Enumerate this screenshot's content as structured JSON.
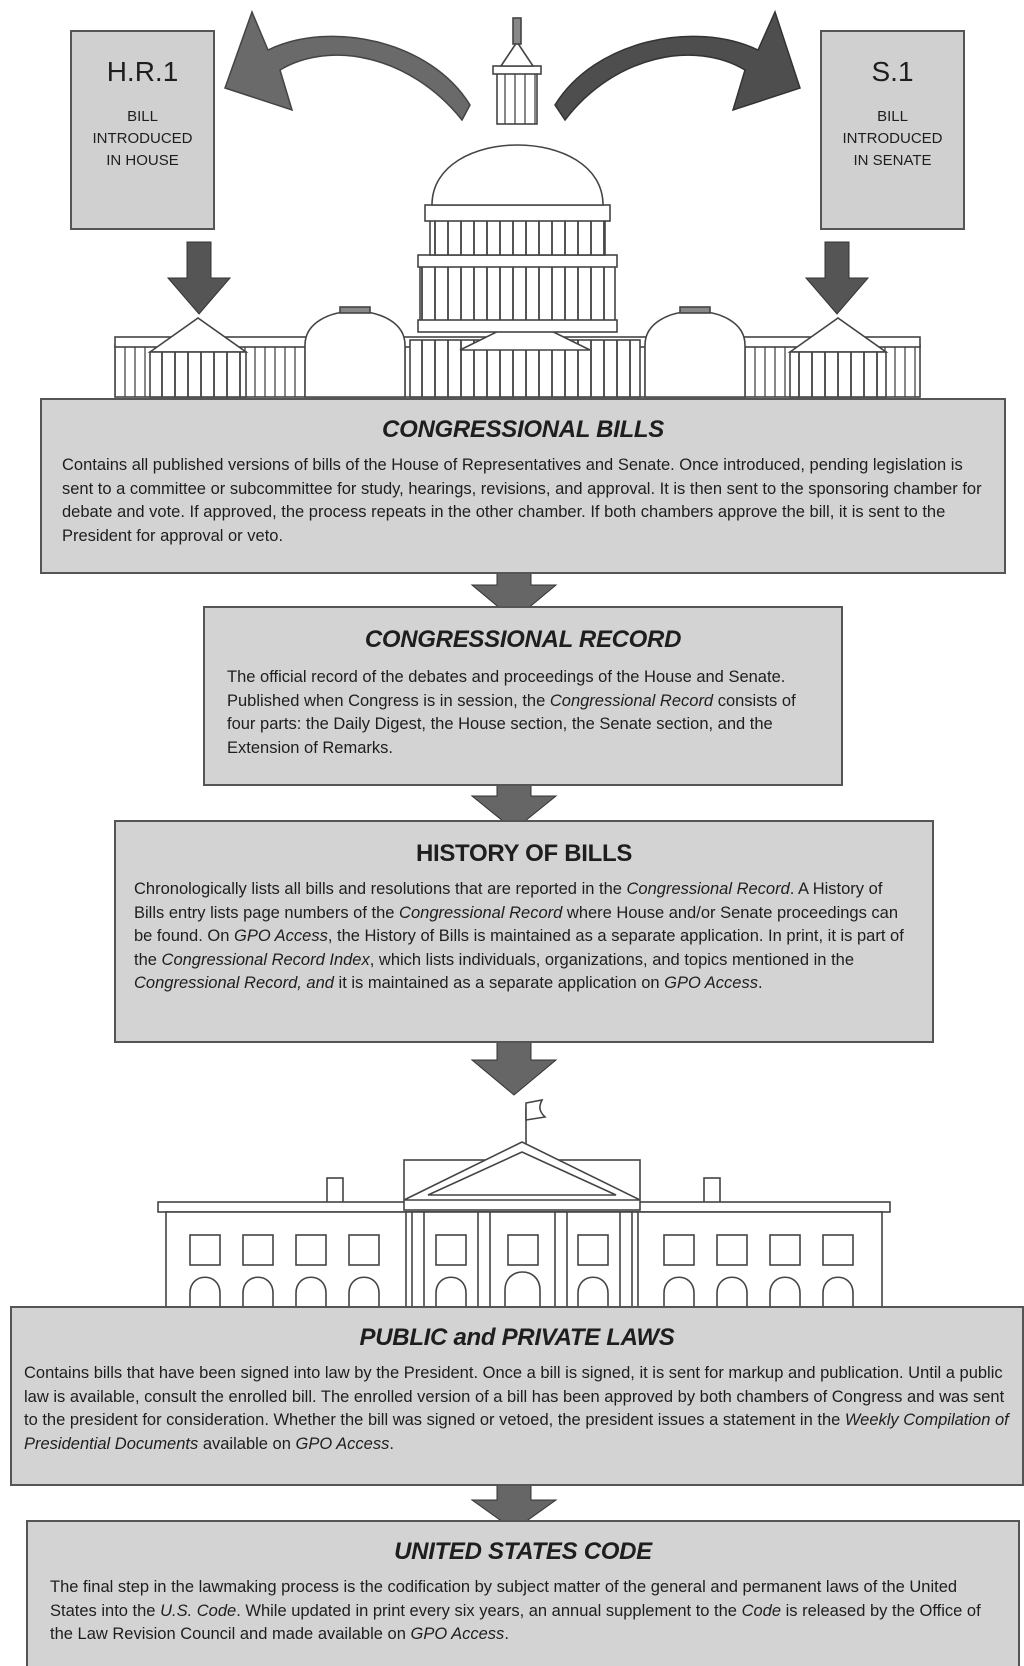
{
  "bills": {
    "house": {
      "number": "H.R.1",
      "desc": [
        "BILL",
        "INTRODUCED",
        "IN HOUSE"
      ]
    },
    "senate": {
      "number": "S.1",
      "desc": [
        "BILL",
        "INTRODUCED",
        "IN SENATE"
      ]
    }
  },
  "sections": {
    "congressional_bills": {
      "title": "CONGRESSIONAL BILLS",
      "body": "Contains all published versions of bills of the House of Representatives and Senate.  Once introduced, pending legislation is sent to a committee or subcommittee for study, hearings, revisions, and approval.  It is then sent to the sponsoring chamber for debate and vote.  If approved, the process repeats in the other chamber.  If both chambers approve the bill, it is sent to the President for approval or veto."
    },
    "congressional_record": {
      "title": "CONGRESSIONAL RECORD",
      "body_1": "The official record of the debates and proceedings of the House and Senate.  Published when Congress is in session, the ",
      "body_it_1": "Congressional Record",
      "body_2": " consists of four parts:  the Daily Digest, the House section, the Senate section, and the Extension of Remarks."
    },
    "history_of_bills": {
      "title": "HISTORY OF BILLS",
      "b1": "Chronologically lists all bills and resolutions that are reported in the ",
      "i1": "Congressional Record",
      "b2": ". A History of Bills entry lists page numbers of the ",
      "i2": "Congressional Record",
      "b3": " where House and/or Senate proceedings can be found.  On ",
      "i3": "GPO Access",
      "b4": ", the History of Bills is maintained as a separate application.  In print, it is part of the ",
      "i4": "Congressional Record Index",
      "b5": ", which lists individuals, organizations, and topics mentioned in the ",
      "i5": "Congressional Record, and",
      "b6": " it is maintained as a separate application on ",
      "i6": "GPO Access",
      "b7": "."
    },
    "public_private_laws": {
      "title": "PUBLIC and PRIVATE LAWS",
      "b1": "Contains bills that have been signed into law by the President.  Once a bill is signed, it is sent for markup and publication.  Until a public law is available, consult the enrolled bill.  The enrolled version of a bill has been approved by both chambers of Congress and was sent to the president for consideration.  Whether the bill was signed or vetoed, the president issues a statement in the ",
      "i1": "Weekly Compilation of Presidential Documents",
      "b2": " available on ",
      "i2": "GPO Access",
      "b3": "."
    },
    "us_code": {
      "title": "UNITED STATES CODE",
      "b1": "The final step in the lawmaking process is the codification by subject matter of the general and permanent laws of the United States into the ",
      "i1": "U.S. Code",
      "b2": ". While updated in print every six years, an annual supplement to the ",
      "i2": "Code",
      "b3": " is released by the Office of the Law Revision Council and made available on ",
      "i3": "GPO Access",
      "b4": "."
    }
  }
}
